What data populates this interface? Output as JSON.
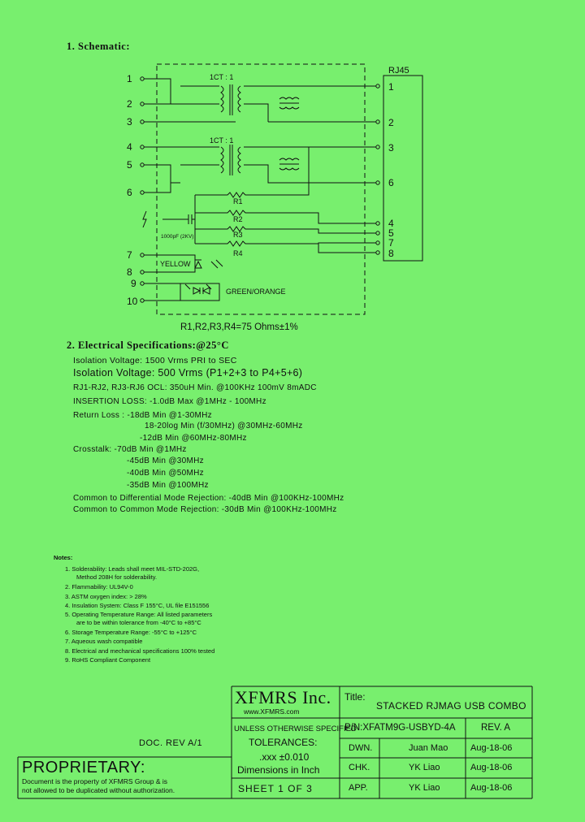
{
  "schematic": {
    "heading": "1. Schematic:",
    "rj45_label": "RJ45",
    "ratio1": "1CT : 1",
    "ratio2": "1CT : 1",
    "left_pins": [
      "1",
      "2",
      "3",
      "4",
      "5",
      "6",
      "7",
      "8",
      "9",
      "10"
    ],
    "right_pins": [
      "1",
      "2",
      "3",
      "6",
      "4",
      "5",
      "7",
      "8"
    ],
    "resistors": [
      "R1",
      "R2",
      "R3",
      "R4"
    ],
    "cap_label": "1000pF (2KV)",
    "led1": "YELLOW",
    "led2": "GREEN/ORANGE",
    "res_note": "R1,R2,R3,R4=75 Ohms±1%"
  },
  "electrical": {
    "heading": "2. Electrical Specifications:@25°C",
    "lines": [
      "Isolation Voltage: 1500 Vrms PRI to SEC",
      "Isolation Voltage: 500 Vrms (P1+2+3 to P4+5+6)",
      "RJ1-RJ2, RJ3-RJ6 OCL: 350uH Min. @100KHz 100mV 8mADC",
      "INSERTION LOSS: -1.0dB Max @1MHz - 100MHz",
      "Return Loss : -18dB Min @1-30MHz",
      "18-20log Min (f/30MHz) @30MHz-60MHz",
      "-12dB Min @60MHz-80MHz",
      "Crosstalk: -70dB Min @1MHz",
      "-45dB Min @30MHz",
      "-40dB Min @50MHz",
      "-35dB Min @100MHz",
      "Common to Differential Mode Rejection: -40dB Min @100KHz-100MHz",
      "Common to Common Mode Rejection: -30dB Min @100KHz-100MHz"
    ]
  },
  "notes": {
    "heading": "Notes:",
    "items": [
      "1. Solderability: Leads shall meet MIL-STD-202G,",
      "Method 208H for solderability.",
      "2. Flammability: UL94V-0",
      "3. ASTM oxygen index: > 28%",
      "4. Insulation System: Class F 155°C, UL file E151556",
      "5. Operating Temperature Range: All listed parameters",
      "are to be within tolerance from -40°C to +85°C",
      "6. Storage Temperature Range: -55°C to +125°C",
      "7. Aqueous wash compatible",
      "8. Electrical and mechanical specifications 100% tested",
      "9. RoHS Compliant Component"
    ]
  },
  "title_block": {
    "company": "XFMRS Inc.",
    "website": "www.XFMRS.com",
    "title_label": "Title:",
    "title": "STACKED RJMAG USB COMBO",
    "tol_head": "UNLESS OTHERWISE SPECIFIED",
    "tol_label": "TOLERANCES:",
    "tol_value": ".xxx ±0.010",
    "dims": "Dimensions in Inch",
    "sheet": "SHEET 1 OF 3",
    "pn": "P/N:XFATM9G-USBYD-4A",
    "rev": "REV. A",
    "dwn_label": "DWN.",
    "dwn_name": "Juan Mao",
    "dwn_date": "Aug-18-06",
    "chk_label": "CHK.",
    "chk_name": "YK Liao",
    "chk_date": "Aug-18-06",
    "app_label": "APP.",
    "app_name": "YK Liao",
    "app_date": "Aug-18-06",
    "doc_rev": "DOC. REV A/1",
    "proprietary": "PROPRIETARY:",
    "prop_text1": "Document is the property of XFMRS Group & is",
    "prop_text2": "not allowed to be duplicated without authorization."
  }
}
